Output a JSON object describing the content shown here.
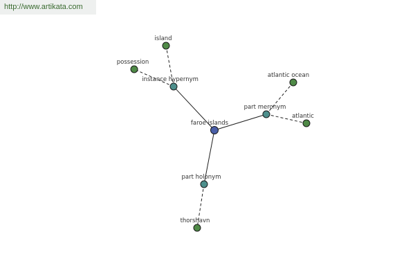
{
  "banner": {
    "url_text": "http://www.artikata.com"
  },
  "colors": {
    "center_node": "#4a5fa8",
    "relation_node": "#4d8f8c",
    "leaf_node": "#4f8a47",
    "edge": "#1f1f1f",
    "banner_bg": "#eef0ef",
    "banner_text": "#3a6b30"
  },
  "graph": {
    "nodes": [
      {
        "id": "faroe",
        "label": "faroe islands",
        "kind": "center"
      },
      {
        "id": "instance",
        "label": "instance hypernym",
        "kind": "relation"
      },
      {
        "id": "partmer",
        "label": "part meronym",
        "kind": "relation"
      },
      {
        "id": "partholo",
        "label": "part holonym",
        "kind": "relation"
      },
      {
        "id": "island",
        "label": "island",
        "kind": "leaf"
      },
      {
        "id": "possession",
        "label": "possession",
        "kind": "leaf"
      },
      {
        "id": "atlantic_ocean",
        "label": "atlantic ocean",
        "kind": "leaf"
      },
      {
        "id": "atlantic",
        "label": "atlantic",
        "kind": "leaf"
      },
      {
        "id": "thorshavn",
        "label": "thorshavn",
        "kind": "leaf"
      }
    ],
    "edges": [
      {
        "from": "faroe",
        "to": "instance",
        "style": "solid"
      },
      {
        "from": "faroe",
        "to": "partmer",
        "style": "solid"
      },
      {
        "from": "faroe",
        "to": "partholo",
        "style": "solid"
      },
      {
        "from": "instance",
        "to": "island",
        "style": "dashed"
      },
      {
        "from": "instance",
        "to": "possession",
        "style": "dashed"
      },
      {
        "from": "partmer",
        "to": "atlantic_ocean",
        "style": "dashed"
      },
      {
        "from": "partmer",
        "to": "atlantic",
        "style": "dashed"
      },
      {
        "from": "partholo",
        "to": "thorshavn",
        "style": "dashed"
      }
    ]
  }
}
